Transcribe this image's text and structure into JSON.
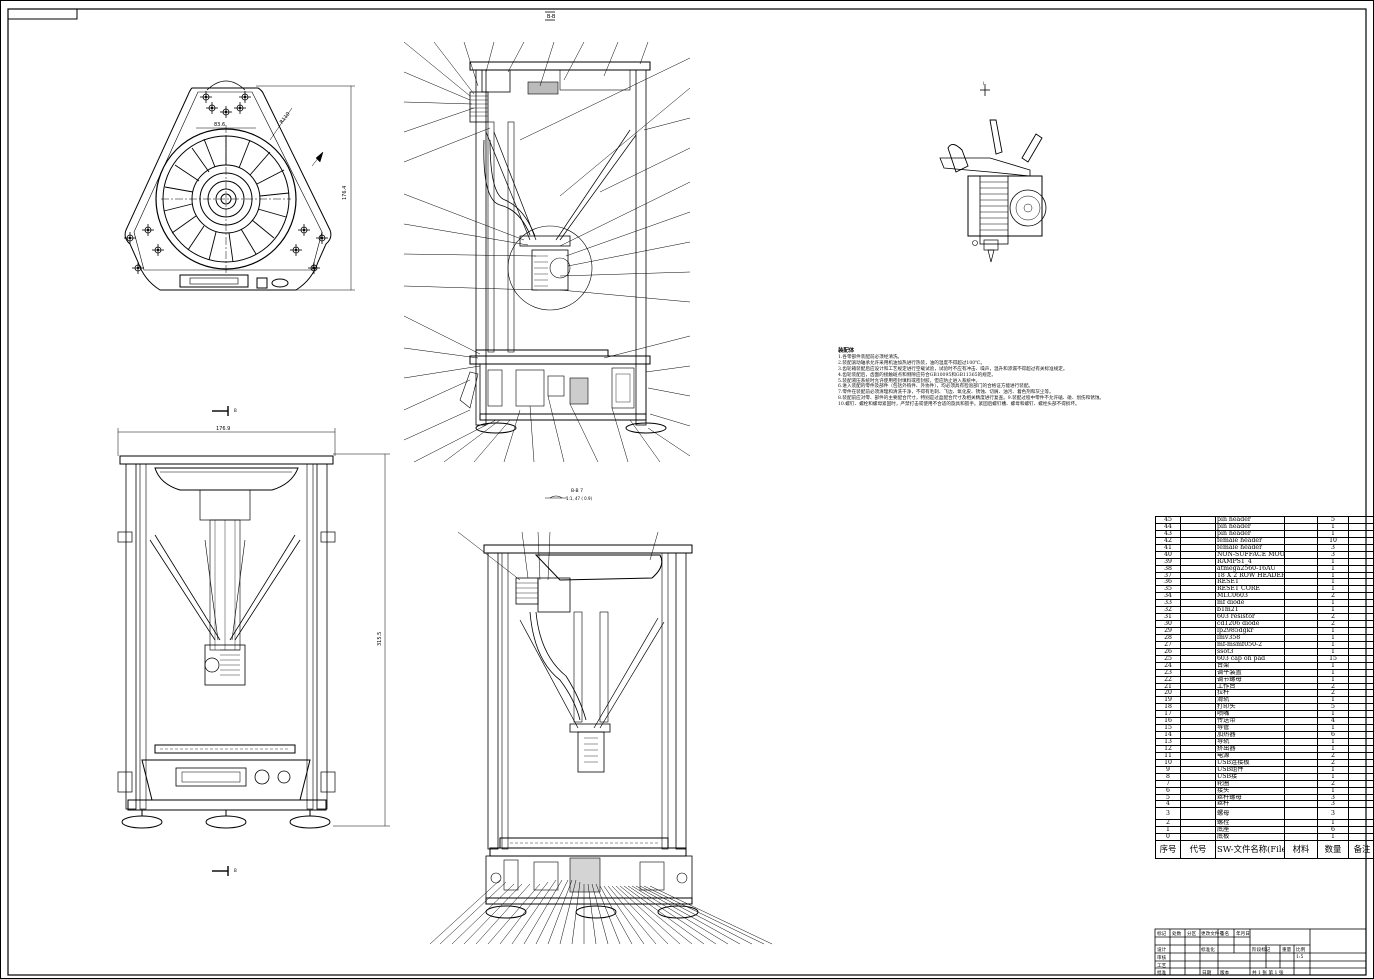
{
  "views": {
    "detail_label": "I",
    "section_marker": "B",
    "section_view_label": "B-B",
    "section_caption": "B-B 7",
    "section_sub_caption": "1:1, 47 ( 0.9)",
    "top_view_dims": {
      "width": "83.6",
      "height": "176.4",
      "radius": "R110"
    },
    "front_view_dims": {
      "width": "176.9",
      "height": "315.5"
    }
  },
  "notes": {
    "title": "装配体",
    "lines": [
      "1.各零部件装配前必须经清洗。",
      "2.装配滚动轴承允许采用机油加热进行热装，油的温度不得超过100℃。",
      "3.齿轮箱装配后应设计和工艺规定进行空载试验，试验时不应有冲击、噪声，温升和渗漏不得超过有关标准规定。",
      "4.齿轮装配后，齿面的接触斑点和侧隙应符合GB10095和GB11365的规定。",
      "5.装配液压系统时允许使用密封填料或密封胶，但应防止进入系统中。",
      "6.进入装配的零件及部件（包括外购件、外协件），均必须具有检验部门的合格证方能进行装配。",
      "7.零件在装配前必须清理和清洗干净，不得有毛刺、飞边、氧化皮、锈蚀、切屑、油污、着色剂和灰尘等。",
      "8.装配前应对零、部件的主要配合尺寸，特别是过盈配合尺寸及相关精度进行复查。9.装配过程中零件不允许磕、碰、划伤和锈蚀。",
      "10.螺钉、螺栓和螺母紧固时，严禁打击或使用不合适的旋具和扳手。紧固后螺钉槽、螺母和螺钉、螺栓头部不得损坏。"
    ]
  },
  "bom": {
    "rows": [
      {
        "no": "45",
        "name": "pin header",
        "qty": "5"
      },
      {
        "no": "44",
        "name": "pin header",
        "qty": "1"
      },
      {
        "no": "43",
        "name": "pin header",
        "qty": "1"
      },
      {
        "no": "42",
        "name": "female header",
        "qty": "10"
      },
      {
        "no": "41",
        "name": "female header",
        "qty": "3"
      },
      {
        "no": "40",
        "name": "NON-SUFFACE MOUNT",
        "qty": "3"
      },
      {
        "no": "39",
        "name": "RAMPS1_4",
        "qty": "1"
      },
      {
        "no": "38",
        "name": "atmega2560-16AU",
        "qty": "1"
      },
      {
        "no": "37",
        "name": "18 X 2 ROW HEADER",
        "qty": "1"
      },
      {
        "no": "36",
        "name": "RESET",
        "qty": "1"
      },
      {
        "no": "35",
        "name": "RESET CORE",
        "qty": "1"
      },
      {
        "no": "34",
        "name": "MLC0603",
        "qty": "2"
      },
      {
        "no": "33",
        "name": "mf diode",
        "qty": "1"
      },
      {
        "no": "32",
        "name": "b1m21",
        "qty": "1"
      },
      {
        "no": "31",
        "name": "603 resistor",
        "qty": "2"
      },
      {
        "no": "30",
        "name": "cd1206 diode",
        "qty": "2"
      },
      {
        "no": "29",
        "name": "lp2985dgkr",
        "qty": "1"
      },
      {
        "no": "28",
        "name": "lmv358",
        "qty": "1"
      },
      {
        "no": "27",
        "name": "mf-msmf050-2",
        "qty": "1"
      },
      {
        "no": "26",
        "name": "ssot3",
        "qty": "1"
      },
      {
        "no": "25",
        "name": "603 cap on pad",
        "qty": "15"
      },
      {
        "no": "24",
        "name": "台架",
        "qty": "1"
      },
      {
        "no": "23",
        "name": "调平装置",
        "qty": "1"
      },
      {
        "no": "22",
        "name": "调节螺母",
        "qty": "1"
      },
      {
        "no": "21",
        "name": "工作台",
        "qty": "2"
      },
      {
        "no": "20",
        "name": "拉杆",
        "qty": "2"
      },
      {
        "no": "19",
        "name": "滑轨",
        "qty": "1"
      },
      {
        "no": "18",
        "name": "打印头",
        "qty": "5"
      },
      {
        "no": "17",
        "name": "喷嘴",
        "qty": "1"
      },
      {
        "no": "16",
        "name": "传送带",
        "qty": "4"
      },
      {
        "no": "15",
        "name": "导管",
        "qty": "1"
      },
      {
        "no": "14",
        "name": "加热器",
        "qty": "6"
      },
      {
        "no": "13",
        "name": "导轨",
        "qty": "1"
      },
      {
        "no": "12",
        "name": "挤出器",
        "qty": "1"
      },
      {
        "no": "11",
        "name": "电源",
        "qty": "2"
      },
      {
        "no": "10",
        "name": "USB连接板",
        "qty": "2"
      },
      {
        "no": "9",
        "name": "USB组件",
        "qty": "1"
      },
      {
        "no": "8",
        "name": "USB接",
        "qty": "1"
      },
      {
        "no": "7",
        "name": "轮圈",
        "qty": "2"
      },
      {
        "no": "6",
        "name": "接头",
        "qty": "1"
      },
      {
        "no": "5",
        "name": "丝杆螺母",
        "qty": "3"
      },
      {
        "no": "4",
        "name": "丝杆",
        "qty": "3"
      },
      {
        "no": "3",
        "name": "螺母",
        "qty": "3",
        "tall": true
      },
      {
        "no": "2",
        "name": "螺栓",
        "qty": "1"
      },
      {
        "no": "1",
        "name": "底座",
        "qty": "6"
      },
      {
        "no": "0",
        "name": "底板",
        "qty": "1"
      }
    ],
    "header": {
      "no": "序号",
      "code": "代号",
      "name": "SW-文件名称(File Name)",
      "mat": "材料",
      "qty": "数量",
      "rem": "备注"
    }
  },
  "title_block": {
    "cells": [
      "标记",
      "处数",
      "分区",
      "更改文件号",
      "签名",
      "年月日",
      "设计",
      "标准化",
      "阶段标记",
      "重量",
      "比例",
      "审核",
      "工艺",
      "批准",
      "日期",
      "共 张",
      "第 张",
      "版本"
    ],
    "scale": "1:5",
    "sheet_info": "共 1 张 第 1 张"
  }
}
